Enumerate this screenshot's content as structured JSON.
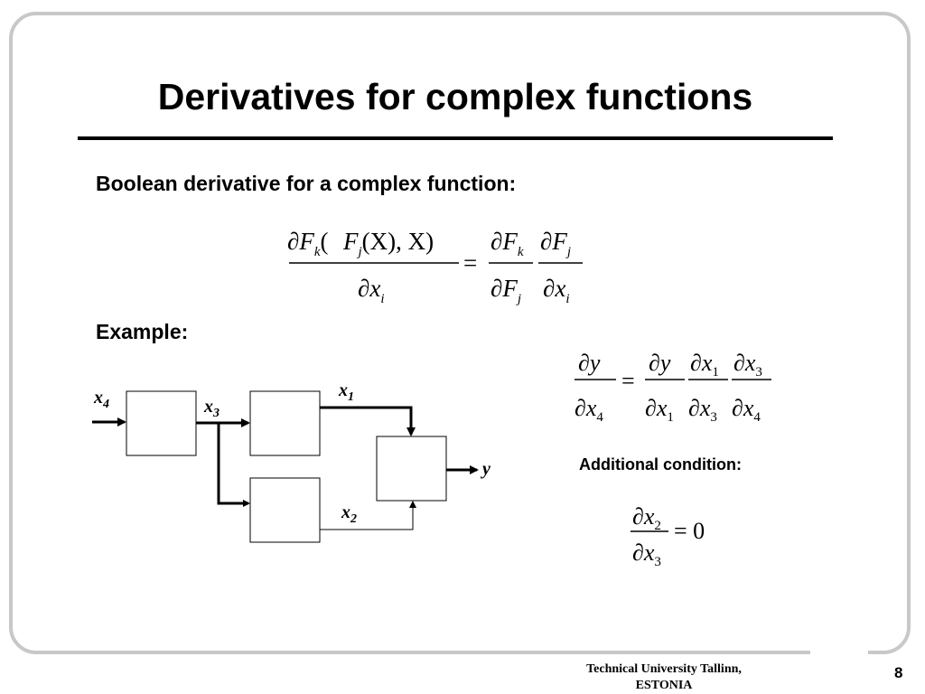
{
  "slide": {
    "title": "Derivatives for complex functions",
    "subtitle": "Boolean derivative for a complex function:",
    "example_label": "Example:",
    "additional_condition_label": "Additional condition:",
    "footer_line1": "Technical University Tallinn,",
    "footer_line2": "ESTONIA",
    "page_number": "8"
  },
  "formula_main": {
    "lhs_num": "∂F",
    "lhs_num_sub_k": "k",
    "lhs_num_rest1": "(F",
    "lhs_num_sub_j": "j",
    "lhs_num_rest2": "(X), X)",
    "lhs_den": "∂x",
    "lhs_den_sub": "i",
    "equals": "=",
    "f1_num": "∂F",
    "f1_num_sub": "k",
    "f1_den": "∂F",
    "f1_den_sub": "j",
    "f2_num": "∂F",
    "f2_num_sub": "j",
    "f2_den": "∂x",
    "f2_den_sub": "i"
  },
  "formula_example": {
    "lhs_num": "∂y",
    "lhs_den": "∂x",
    "lhs_den_sub": "4",
    "equals": "=",
    "f1_num": "∂y",
    "f1_den": "∂x",
    "f1_den_sub": "1",
    "f2_num": "∂x",
    "f2_num_sub": "1",
    "f2_den": "∂x",
    "f2_den_sub": "3",
    "f3_num": "∂x",
    "f3_num_sub": "3",
    "f3_den": "∂x",
    "f3_den_sub": "4"
  },
  "formula_condition": {
    "num": "∂x",
    "num_sub": "2",
    "den": "∂x",
    "den_sub": "3",
    "rhs": "= 0"
  },
  "diagram": {
    "labels": {
      "x4": "x",
      "x4_sub": "4",
      "x3": "x",
      "x3_sub": "3",
      "x1": "x",
      "x1_sub": "1",
      "x2": "x",
      "x2_sub": "2",
      "y": "y"
    }
  }
}
